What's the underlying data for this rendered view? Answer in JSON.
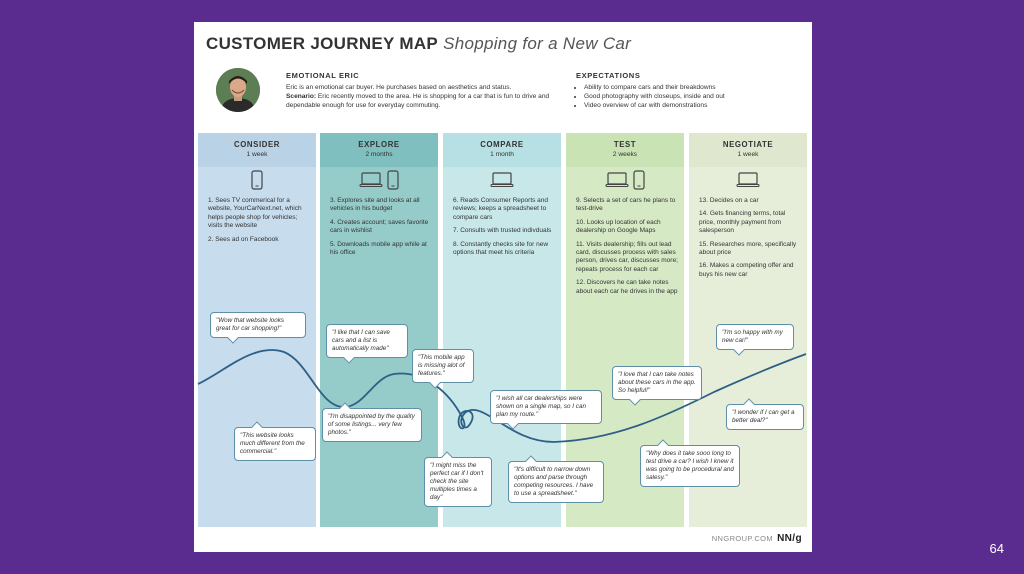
{
  "title": "CUSTOMER JOURNEY MAP",
  "subtitle": "Shopping for a New Car",
  "persona": {
    "name": "EMOTIONAL ERIC",
    "description": "Eric is an emotional car buyer. He purchases based on aesthetics and status.",
    "scenario_label": "Scenario:",
    "scenario": "Eric recently moved to the area. He is shopping for a car that is fun to drive and dependable enough for use for everyday commuting."
  },
  "expectations": {
    "heading": "EXPECTATIONS",
    "items": [
      "Ability to compare cars and their breakdowns",
      "Good photography with closeups, inside and out",
      "Video overview of car with demonstrations"
    ]
  },
  "stages": [
    {
      "name": "CONSIDER",
      "duration": "1 week",
      "header_color": "#b9d2e6",
      "body_color": "#c7dced",
      "devices": [
        "phone-icon"
      ],
      "steps": [
        "1. Sees TV commerical for a website, YourCarNext.net, which helps people shop for vehicles; visits the website",
        "2. Sees ad on Facebook"
      ]
    },
    {
      "name": "EXPLORE",
      "duration": "2 months",
      "header_color": "#7fbfbf",
      "body_color": "#95cbc9",
      "devices": [
        "laptop-icon",
        "phone-icon"
      ],
      "steps": [
        "3. Explores site and looks at all vehicles in his budget",
        "4. Creates account; saves favorite cars in wishlist",
        "5. Downloads mobile app while at his office"
      ]
    },
    {
      "name": "COMPARE",
      "duration": "1 month",
      "header_color": "#b6e0e3",
      "body_color": "#c8e7e9",
      "devices": [
        "laptop-icon"
      ],
      "steps": [
        "6. Reads Consumer Reports and reviews; keeps a spreadsheet to compare cars",
        "7. Consults with trusted indivduals",
        "8. Constantly checks site for new options that meet his criteria"
      ]
    },
    {
      "name": "TEST",
      "duration": "2 weeks",
      "header_color": "#c9e3b5",
      "body_color": "#d6e9c5",
      "devices": [
        "laptop-icon",
        "phone-icon"
      ],
      "steps": [
        "9. Selects a set of cars he plans to test-drive",
        "10. Looks up location of each dealership on Google Maps",
        "11. Visits dealership; fills out lead card, discusses process with sales person, drives car, discusses more; repeats process for each car",
        "12. Discovers he can take notes about each car he drives in the app"
      ]
    },
    {
      "name": "NEGOTIATE",
      "duration": "1 week",
      "header_color": "#dfe8cf",
      "body_color": "#e6eed9",
      "devices": [
        "laptop-icon"
      ],
      "steps": [
        "13. Decides on a car",
        "14. Gets financing terms, total price, monthly payment from salesperson",
        "15. Researches more, specifically about price",
        "16. Makes a competing offer and buys his new car"
      ]
    }
  ],
  "quotes": [
    "\"Wow that website looks great for car shopping!\"",
    "\"This website looks much different from the commercial.\"",
    "\"I like that I can save cars and a list is automatically made\"",
    "\"I'm disappointed by the quality of some listings... very few photos.\"",
    "\"This mobile app is missing alot of features.\"",
    "\"I might miss the perfect car if I don't check the site multiples times a day\"",
    "\"I wish all car dealerships were shown on a single map, so I can plan my route.\"",
    "\"It's difficult to narrow down options and parse through competing resources. I have to use a spreadsheet.\"",
    "\"I love that I can take notes about these cars in the app. So helpful!\"",
    "\"Why does it take sooo long to test drive a car? I wish I knew it was going to be procedural and salesy.\"",
    "\"I'm so happy with my new car!\"",
    "\"I wonder if I can get a better deal?\""
  ],
  "footer": {
    "site": "NNGROUP.COM",
    "logo": "NN/g"
  },
  "page_number": "64",
  "colors": {
    "background": "#5b2c8f",
    "curve": "#2e5f86",
    "bubble_border": "#5e8fa8"
  }
}
